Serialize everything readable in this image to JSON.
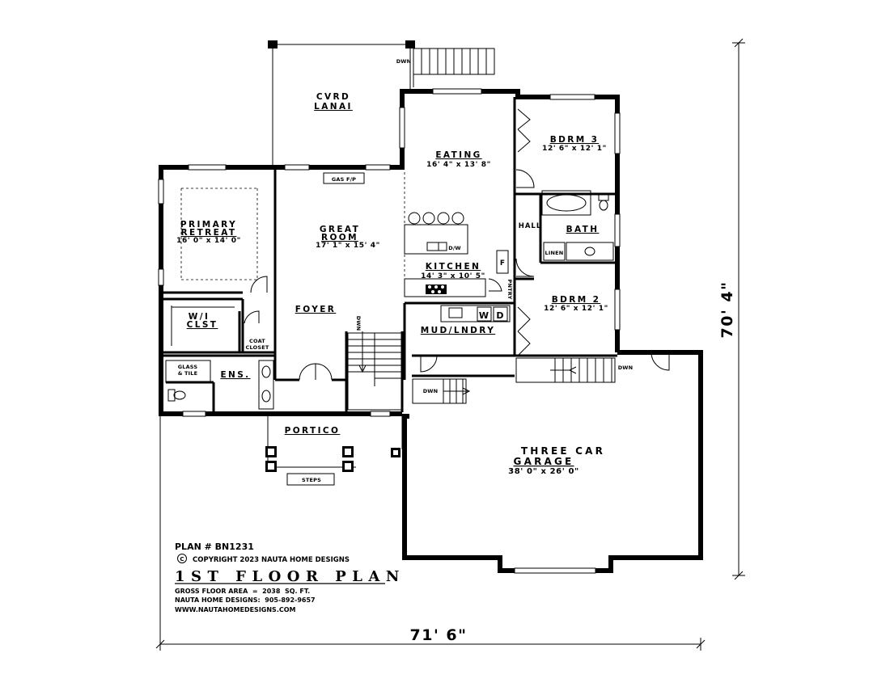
{
  "rooms": {
    "lanai": {
      "line1": "CVRD",
      "line2": "LANAI"
    },
    "eating": {
      "name": "EATING",
      "dim": "16' 4\" x 13' 8\""
    },
    "bdrm3": {
      "name": "BDRM 3",
      "dim": "12' 6\" x 12' 1\""
    },
    "primary": {
      "line1": "PRIMARY",
      "line2": "RETREAT",
      "dim": "16' 0\" x 14' 0\""
    },
    "great": {
      "line1": "GREAT",
      "line2": "ROOM",
      "dim": "17' 1\" x 15' 4\""
    },
    "hall": "HALL",
    "bath": "BATH",
    "linen": "LINEN",
    "kitchen": {
      "name": "KITCHEN",
      "dim": "14' 3\" x 10' 5\""
    },
    "pantry": "PNTRY",
    "fridge": "F",
    "dishwasher": "D/W",
    "bdrm2": {
      "name": "BDRM 2",
      "dim": "12' 6\" x 12' 1\""
    },
    "wic": {
      "line1": "W/I",
      "line2": "CLST"
    },
    "foyer": "FOYER",
    "mud": "MUD/LNDRY",
    "washer": "W",
    "dryer": "D",
    "coat": {
      "line1": "COAT",
      "line2": "CLOSET"
    },
    "glass": {
      "line1": "GLASS",
      "line2": "& TILE"
    },
    "ens": "ENS.",
    "portico": "PORTICO",
    "steps": "STEPS",
    "garage": {
      "line1": "THREE CAR",
      "line2": "GARAGE",
      "dim": "38' 0\" x 26' 0\""
    }
  },
  "labels": {
    "gas_fp": "GAS F/P",
    "dwn": "DWN"
  },
  "dimensions": {
    "width": "71' 6\"",
    "depth": "70' 4\""
  },
  "info": {
    "plan": "PLAN # BN1231",
    "copyright_symbol": "C",
    "copyright": "COPYRIGHT 2023 NAUTA HOME DESIGNS",
    "title": "1ST FLOOR PLAN",
    "area": "GROSS FLOOR AREA  =  2038  SQ. FT.",
    "phone": "NAUTA HOME DESIGNS:  905-892-9657",
    "web": "WWW.NAUTAHOMEDESIGNS.COM"
  }
}
